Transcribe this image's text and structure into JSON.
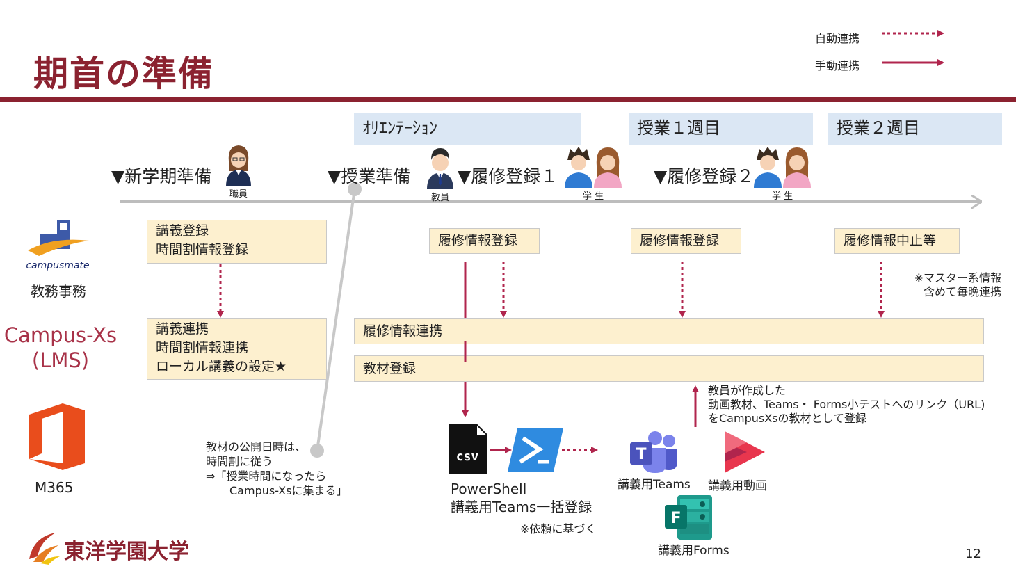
{
  "title": "期首の準備",
  "legend": {
    "auto_label": "自動連携",
    "manual_label": "手動連携",
    "color": "#b0254d"
  },
  "phases": [
    {
      "label": "ｵﾘｴﾝﾃｰｼｮﾝ"
    },
    {
      "label": "授業１週目"
    },
    {
      "label": "授業２週目"
    }
  ],
  "milestones": [
    {
      "label": "▼新学期準備",
      "role": "職員"
    },
    {
      "label": "▼授業準備",
      "role": "教員"
    },
    {
      "label": "▼履修登録１",
      "role": "学 生"
    },
    {
      "label": "▼履修登録２",
      "role": "学 生"
    }
  ],
  "systems": {
    "campusmate": {
      "logo_text": "campusmate",
      "label": "教務事務"
    },
    "lms": {
      "line1": "Campus-Xs",
      "line2": "(LMS)"
    },
    "m365": {
      "label": "M365"
    }
  },
  "boxes": {
    "kogi_toroku": [
      "講義登録",
      "時間割情報登録"
    ],
    "kogi_renkei": [
      "講義連携",
      "時間割情報連携",
      "ローカル講義の設定★"
    ],
    "rishu_toroku_1": "履修情報登録",
    "rishu_toroku_2": "履修情報登録",
    "rishu_chushi": "履修情報中止等",
    "rishu_renkei": "履修情報連携",
    "kyozai_toroku": "教材登録"
  },
  "notes": {
    "master_note": [
      "※マスター系情報",
      "含めて毎晩連携"
    ],
    "kokai_note": [
      "教材の公開日時は、",
      "時間割に従う",
      "⇒「授業時間になったら",
      "Campus-Xsに集まる」"
    ],
    "upload_note": [
      "教員が作成した",
      "動画教材、Teams・ Forms小テストへのリンク（URL)",
      "をCampusXsの教材として登録"
    ],
    "irai_note": "※依頼に基づく"
  },
  "apps": {
    "csv_icon_text": "csv",
    "powershell_label": [
      "PowerShell",
      "講義用Teams一括登録"
    ],
    "teams_label": "講義用Teams",
    "stream_label": "講義用動画",
    "forms_label": "講義用Forms"
  },
  "footer": {
    "brand": "東洋学園大学",
    "page": "12"
  }
}
